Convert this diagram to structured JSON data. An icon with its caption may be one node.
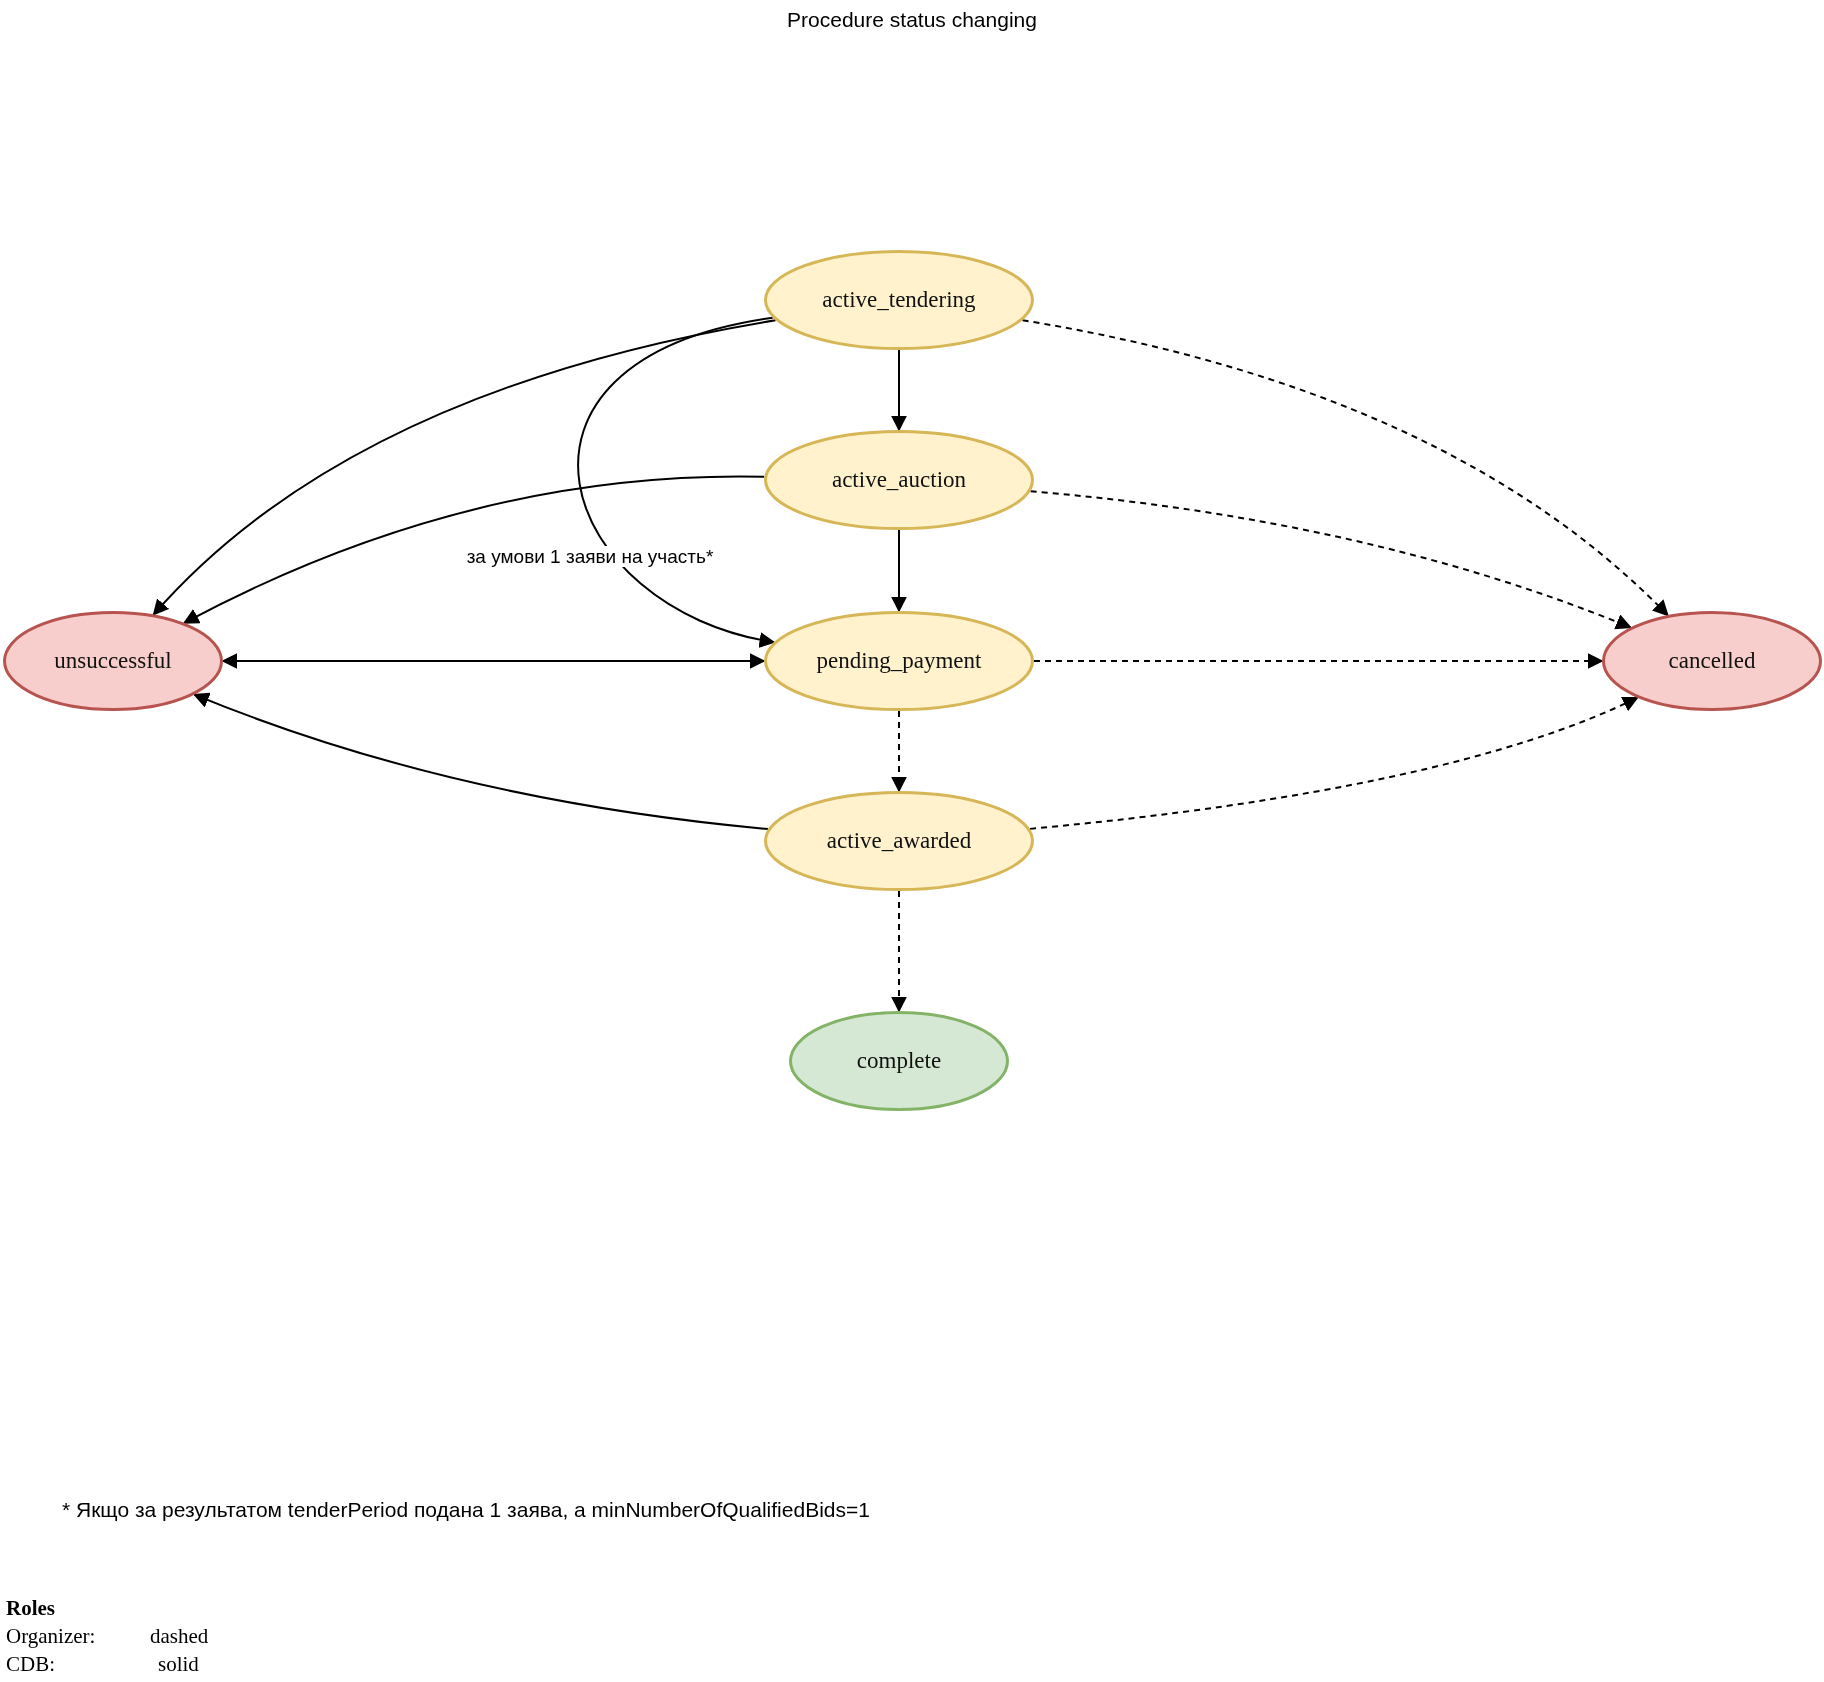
{
  "diagram": {
    "title": "Procedure status changing",
    "nodes": [
      {
        "text": [
          "active_tendering"
        ]
      },
      {
        "text": [
          "active_auction"
        ]
      },
      {
        "text": [
          "unsuccessful"
        ]
      },
      {
        "text": [
          "pending_payment"
        ]
      },
      {
        "text": [
          "cancelled"
        ]
      },
      {
        "text": [
          "active_awarded"
        ]
      },
      {
        "text": [
          "complete"
        ]
      }
    ],
    "edges": [
      {
        "from": 0,
        "to": 1,
        "arrow": "to"
      },
      {
        "from": 1,
        "to": 3,
        "arrow": "to"
      },
      {
        "from": 3,
        "to": 5,
        "arrow": "to",
        "style": "dashed"
      },
      {
        "from": 5,
        "to": 6,
        "arrow": "to",
        "style": "dashed"
      },
      {
        "from": 0,
        "to": 2,
        "arrow": "to"
      },
      {
        "from": 1,
        "to": 2,
        "arrow": "to"
      },
      {
        "from": 0,
        "to": 3,
        "arrow": "to",
        "label": "за умови 1 заяви на участь*"
      },
      {
        "from": 3,
        "to": 2,
        "arrow": "both"
      },
      {
        "from": 5,
        "to": 2,
        "arrow": "to"
      },
      {
        "from": 0,
        "to": 4,
        "arrow": "to",
        "style": "dashed"
      },
      {
        "from": 1,
        "to": 4,
        "arrow": "to",
        "style": "dashed"
      },
      {
        "from": 3,
        "to": 4,
        "arrow": "to",
        "style": "dashed"
      },
      {
        "from": 5,
        "to": 4,
        "arrow": "to",
        "style": "dashed"
      }
    ],
    "labels": [
      "* Якщо за результатом tenderPeriod подана 1 заява, а minNumberOfQualifiedBids=1",
      "Roles",
      "Organizer:",
      "dashed",
      "CDB:",
      "solid"
    ]
  }
}
